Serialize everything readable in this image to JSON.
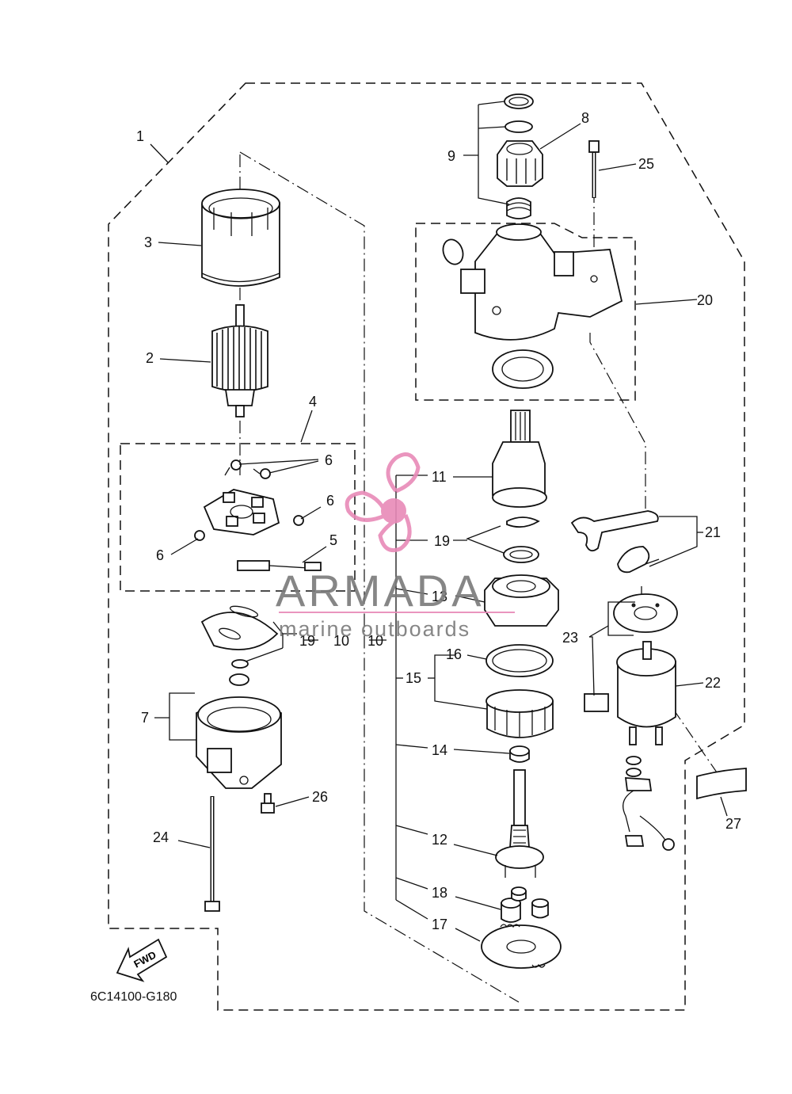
{
  "diagram_code": "6C14100-G180",
  "fwd_label": "FWD",
  "watermark": {
    "brand": "ARMADA",
    "tagline": "marine outboards",
    "accent_color": "#e88ab8",
    "text_color": "#7a7a7a"
  },
  "callouts": {
    "c1": "1",
    "c2": "2",
    "c3": "3",
    "c4": "4",
    "c5": "5",
    "c6a": "6",
    "c6b": "6",
    "c6c": "6",
    "c7": "7",
    "c8": "8",
    "c9": "9",
    "c10a": "10",
    "c10b": "10",
    "c11": "11",
    "c12": "12",
    "c13": "13",
    "c14": "14",
    "c15": "15",
    "c16": "16",
    "c17": "17",
    "c18": "18",
    "c19a": "19",
    "c19b": "19",
    "c20": "20",
    "c21": "21",
    "c22": "22",
    "c23": "23",
    "c24": "24",
    "c25": "25",
    "c26": "26",
    "c27": "27"
  }
}
